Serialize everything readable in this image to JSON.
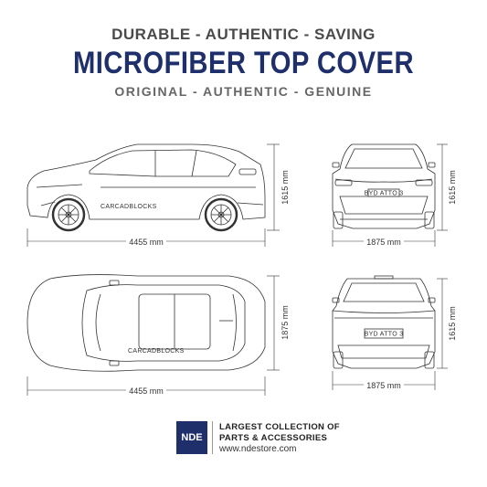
{
  "header": {
    "tagline_top": "DURABLE - AUTHENTIC - SAVING",
    "title": "MICROFIBER TOP COVER",
    "tagline_bottom": "ORIGINAL - AUTHENTIC - GENUINE"
  },
  "drawings": {
    "side_view": {
      "length_label": "4455 mm",
      "height_label": "1615 mm",
      "watermark": "CARCADBLOCKS"
    },
    "front_view": {
      "width_label": "1875 mm",
      "height_label": "1615 mm",
      "plate": "BYD ATTO 3"
    },
    "top_view": {
      "length_label": "4455 mm",
      "width_label": "1875 mm",
      "watermark": "CARCADBLOCKS"
    },
    "rear_view": {
      "width_label": "1875 mm",
      "height_label": "1615 mm",
      "plate": "BYD ATTO 3"
    }
  },
  "footer": {
    "logo_text": "NDE",
    "slogan_line1": "LARGEST COLLECTION OF",
    "slogan_line2": "PARTS & ACCESSORIES",
    "url": "www.ndestore.com"
  },
  "colors": {
    "brand_navy": "#1f2f6b",
    "line": "#333333"
  }
}
